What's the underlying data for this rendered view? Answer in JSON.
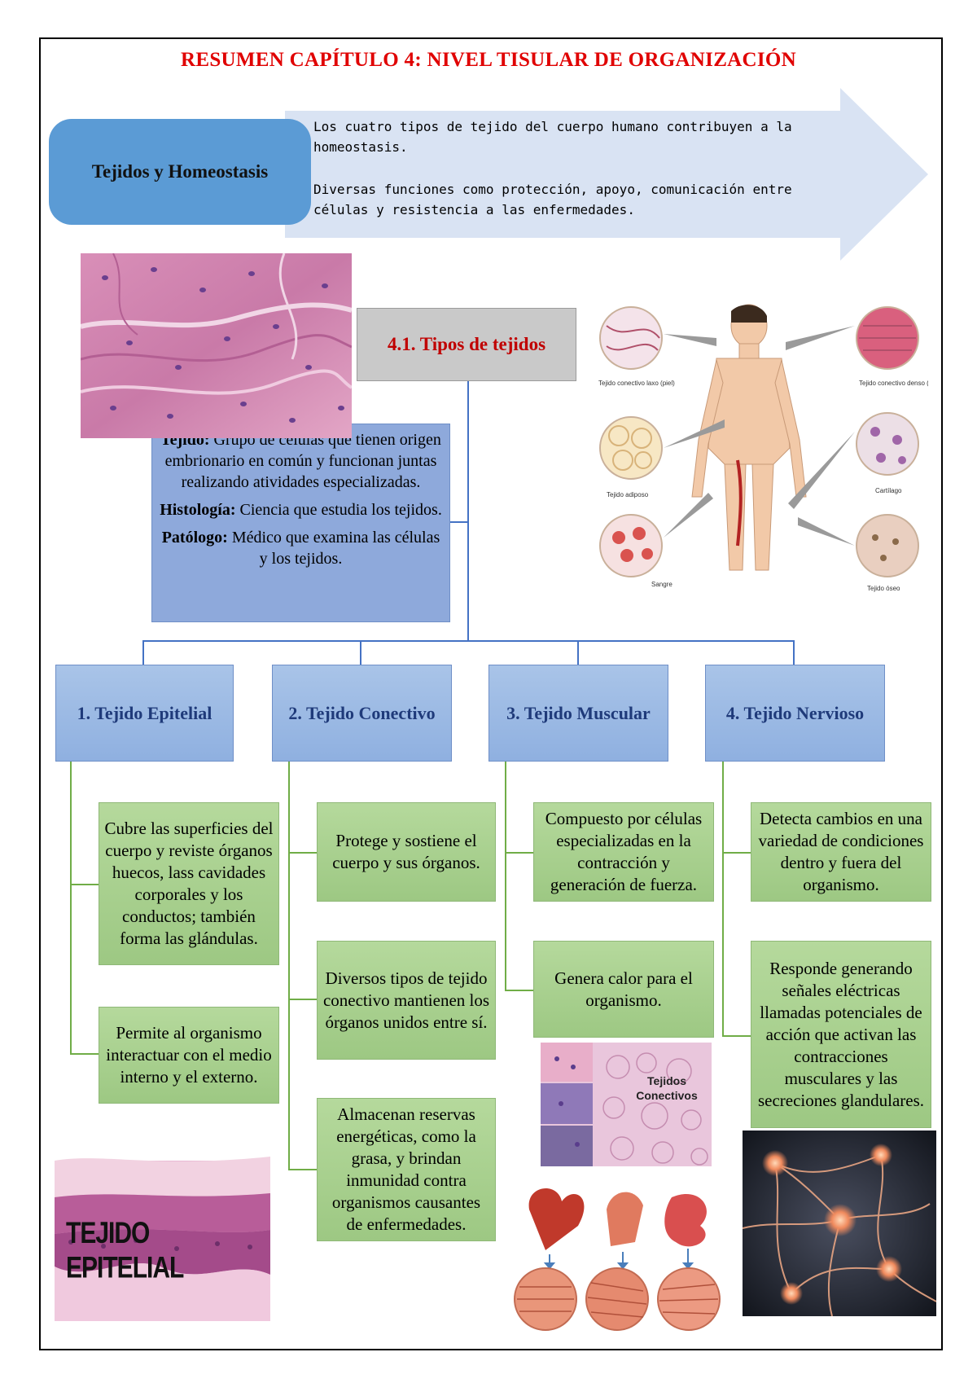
{
  "title": "RESUMEN CAPÍTULO 4: NIVEL TISULAR DE ORGANIZACIÓN",
  "homeostasis": {
    "label": "Tejidos y Homeostasis",
    "line1": "Los cuatro tipos de tejido del cuerpo humano contribuyen a la homeostasis.",
    "line2": "Diversas funciones como protección, apoyo, comunicación entre células y resistencia a las enfermedades."
  },
  "types_title": "4.1. Tipos de tejidos",
  "definitions": {
    "tejido_term": "Tejido:",
    "tejido_text": "Grupo de células que tienen origen embrionario en común y funcionan juntas realizando atividades especializadas.",
    "histologia_term": "Histología:",
    "histologia_text": "Ciencia que estudia los tejidos.",
    "patologo_term": "Patólogo:",
    "patologo_text": "Médico que examina las células y los tejidos."
  },
  "body_diagram_labels": {
    "laxo": "Tejido conectivo laxo (piel)",
    "denso": "Tejido conectivo denso (ligamento)",
    "adiposo": "Tejido adiposo",
    "cartilago": "Cartílago",
    "sangre": "Sangre",
    "oseo": "Tejido óseo"
  },
  "categories": [
    {
      "title": "1. Tejido Epitelial",
      "items": [
        "Cubre las superficies del cuerpo y reviste órganos huecos, lass cavidades corporales y los conductos; también forma las glándulas.",
        "Permite al organismo interactuar con el medio interno y el externo."
      ]
    },
    {
      "title": "2. Tejido Conectivo",
      "items": [
        "Protege y sostiene el cuerpo y sus órganos.",
        "Diversos tipos de tejido conectivo mantienen los órganos unidos entre sí.",
        "Almacenan reservas energéticas, como la grasa, y brindan inmunidad contra organismos causantes de enfermedades."
      ]
    },
    {
      "title": "3. Tejido Muscular",
      "items": [
        "Compuesto por células especializadas en la contracción y generación de fuerza.",
        "Genera calor para el organismo."
      ]
    },
    {
      "title": "4. Tejido Nervioso",
      "items": [
        "Detecta cambios en una variedad de condiciones dentro y fuera del organismo.",
        "Responde generando señales eléctricas llamadas potenciales de acción que activan las contracciones musculares y las secreciones glandulares."
      ]
    }
  ],
  "images": {
    "epithelial_caption": "TEJIDO EPITELIAL",
    "connective_caption_1": "Tejidos",
    "connective_caption_2": "Conectivos"
  },
  "colors": {
    "title": "#e00000",
    "box_blue": "#5b9bd5",
    "category_fill": "#9dc3e6",
    "item_fill": "#a9d08e",
    "connector_blue": "#4472c4",
    "connector_green": "#70ad47"
  }
}
